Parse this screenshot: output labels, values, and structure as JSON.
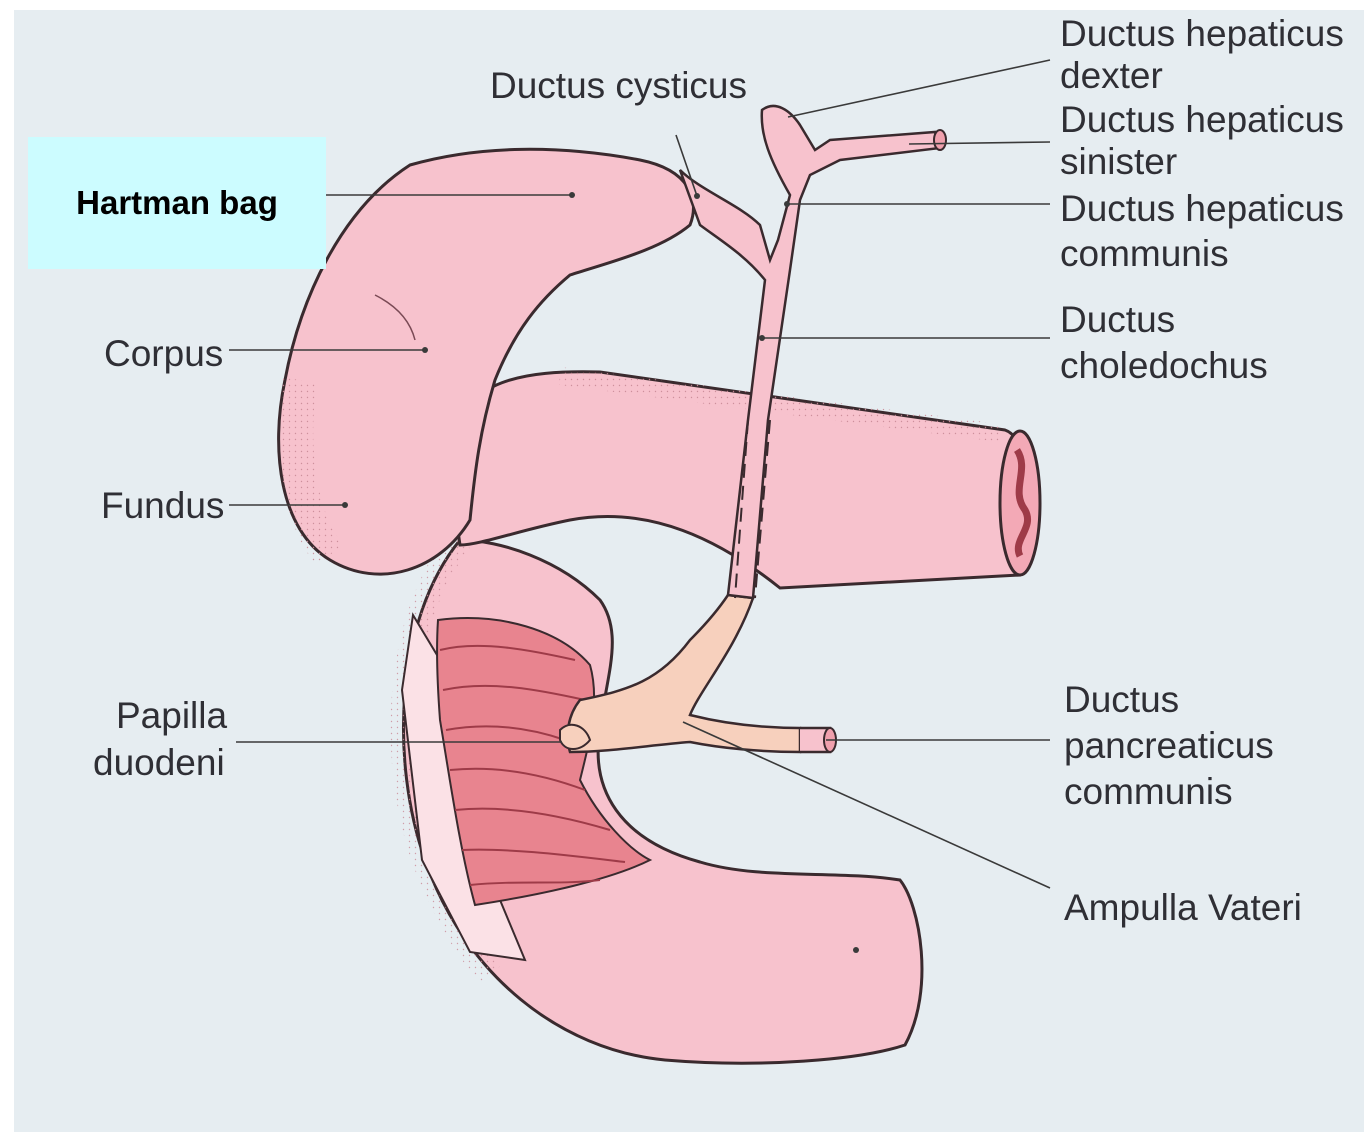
{
  "labels": {
    "hartman_bag": "Hartman bag",
    "ductus_cysticus": "Ductus cysticus",
    "hepaticus_dexter": [
      "Ductus hepaticus",
      "dexter"
    ],
    "hepaticus_sinister": [
      "Ductus hepaticus",
      "sinister"
    ],
    "hepaticus_communis": [
      "Ductus hepaticus",
      "communis"
    ],
    "choledochus": [
      "Ductus",
      "choledochus"
    ],
    "corpus": "Corpus",
    "fundus": "Fundus",
    "papilla": [
      "Papilla",
      "duodeni"
    ],
    "pancreaticus": [
      "Ductus",
      "pancreaticus",
      "communis"
    ],
    "ampulla": "Ampulla Vateri"
  },
  "colors": {
    "background": "#e6edf1",
    "organ": "#f7c2cd",
    "mucosa": "#e8848f",
    "pancreatic_duct": "#f7d0bd",
    "label_box": "#ccfcff"
  }
}
